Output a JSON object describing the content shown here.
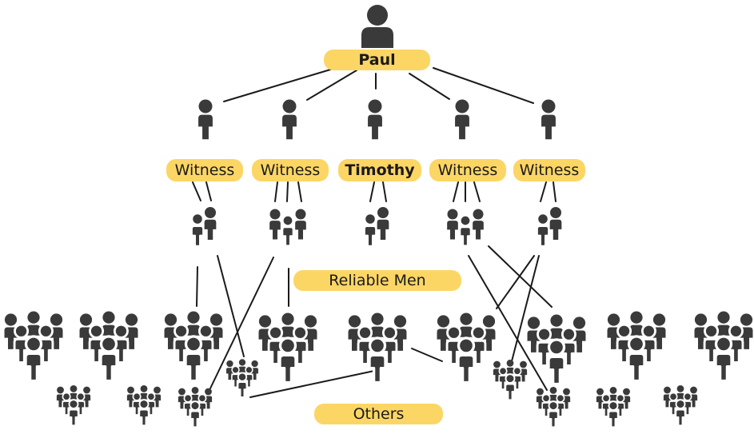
{
  "colors": {
    "figure": "#3a3a3a",
    "highlight": "#fcd665",
    "line": "#1a1a1a",
    "text": "#1a1a1a",
    "background": "#ffffff"
  },
  "icons": {
    "person": "person-icon",
    "pair": "person-pair-icon",
    "trio": "person-trio-icon",
    "crowd": "crowd-icon"
  },
  "labels": {
    "top": "Paul",
    "witness_1": "Witness",
    "witness_2": "Witness",
    "timothy": "Timothy",
    "witness_4": "Witness",
    "witness_5": "Witness",
    "reliable_men": "Reliable Men",
    "others": "Others"
  }
}
